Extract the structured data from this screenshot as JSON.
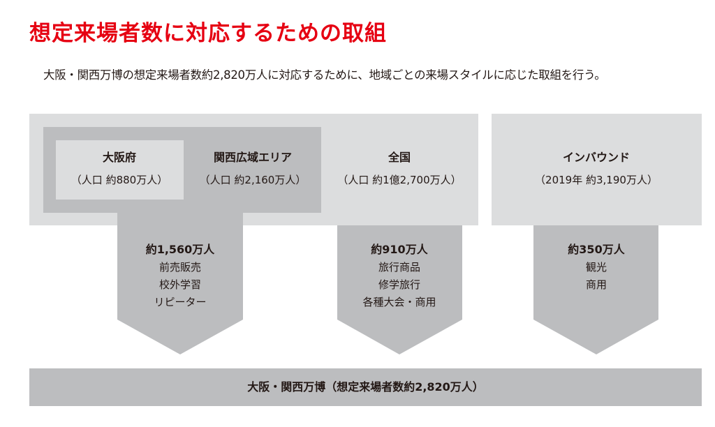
{
  "title": "想定来場者数に対応するための取組",
  "subtitle": "大阪・関西万博の想定来場者数約2,820万人に対応するために、地域ごとの来場スタイルに応じた取組を行う。",
  "colors": {
    "title": "#e60012",
    "light_gray": "#dcddde",
    "dark_gray": "#bcbdbf"
  },
  "regions": [
    {
      "name": "大阪府",
      "population": "（人口 約880万人）"
    },
    {
      "name": "関西広域エリア",
      "population": "（人口 約2,160万人）"
    },
    {
      "name": "全国",
      "population": "（人口 約1億2,700万人）"
    },
    {
      "name": "インバウンド",
      "population": "（2019年 約3,190万人）"
    }
  ],
  "arrows": [
    {
      "total": "約1,560万人",
      "items": [
        "前売販売",
        "校外学習",
        "リピーター"
      ]
    },
    {
      "total": "約910万人",
      "items": [
        "旅行商品",
        "修学旅行",
        "各種大会・商用"
      ]
    },
    {
      "total": "約350万人",
      "items": [
        "観光",
        "商用"
      ]
    }
  ],
  "bottom_bar": "大阪・関西万博（想定来場者数約2,820万人）"
}
